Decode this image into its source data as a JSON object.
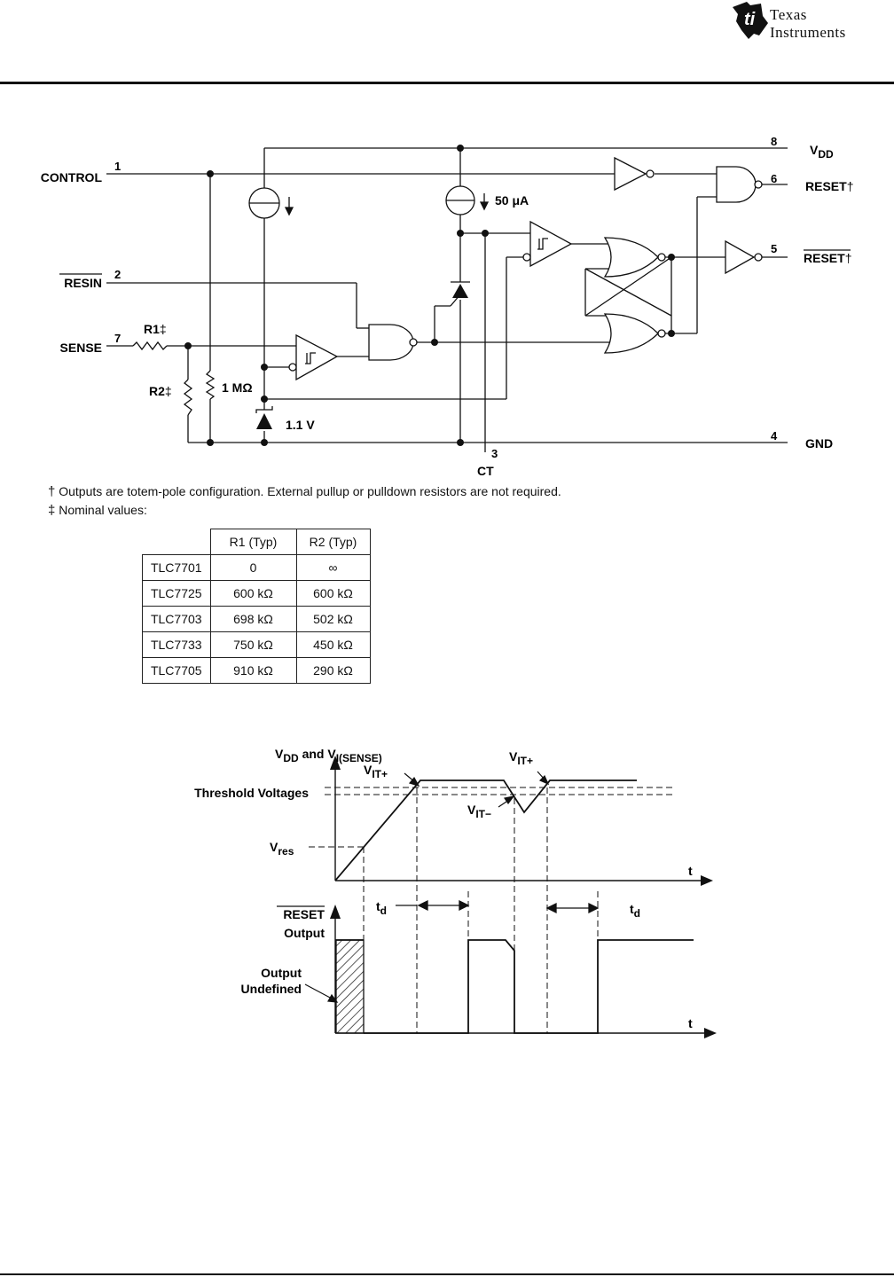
{
  "header": {
    "brand_line1": "Texas",
    "brand_line2": "Instruments"
  },
  "schematic": {
    "pins": {
      "control": {
        "label": "CONTROL",
        "num": "1"
      },
      "resin": {
        "label": "RESIN",
        "num": "2"
      },
      "sense": {
        "label": "SENSE",
        "num": "7"
      },
      "vdd": {
        "label": "V",
        "sub": "DD",
        "num": "8"
      },
      "reset": {
        "label": "RESET",
        "mark": "†",
        "num": "6"
      },
      "reset_bar": {
        "label": "RESET",
        "mark": "†",
        "num": "5"
      },
      "gnd": {
        "label": "GND",
        "num": "4"
      },
      "ct": {
        "label": "CT",
        "num": "3"
      }
    },
    "components": {
      "r1": {
        "label": "R1",
        "mark": "‡"
      },
      "r2": {
        "label": "R2",
        "mark": "‡"
      },
      "r_1m": "1 MΩ",
      "zener": "1.1 V",
      "current": "50 μA"
    }
  },
  "notes": {
    "dagger": {
      "mark": "†",
      "text": "Outputs are totem-pole configuration. External pullup or pulldown resistors are not required."
    },
    "ddagger": {
      "mark": "‡",
      "text": "Nominal values:"
    }
  },
  "table": {
    "headers": [
      "",
      "R1 (Typ)",
      "R2 (Typ)"
    ],
    "rows": [
      [
        "TLC7701",
        "0",
        "∞"
      ],
      [
        "TLC7725",
        "600 kΩ",
        "600 kΩ"
      ],
      [
        "TLC7703",
        "698 kΩ",
        "502 kΩ"
      ],
      [
        "TLC7733",
        "750 kΩ",
        "450 kΩ"
      ],
      [
        "TLC7705",
        "910 kΩ",
        "290 kΩ"
      ]
    ]
  },
  "timing": {
    "y_label": {
      "v": "V",
      "dd": "DD",
      "and": " and V",
      "sense": "I(SENSE)"
    },
    "threshold_label": "Threshold Voltages",
    "vit_plus": {
      "v": "V",
      "sub": "IT+"
    },
    "vit_minus": {
      "v": "V",
      "sub": "IT−"
    },
    "vres": {
      "v": "V",
      "sub": "res"
    },
    "t": "t",
    "td": {
      "t": "t",
      "sub": "d"
    },
    "reset_label": "RESET",
    "output_label": "Output",
    "undefined_line1": "Output",
    "undefined_line2": "Undefined"
  }
}
